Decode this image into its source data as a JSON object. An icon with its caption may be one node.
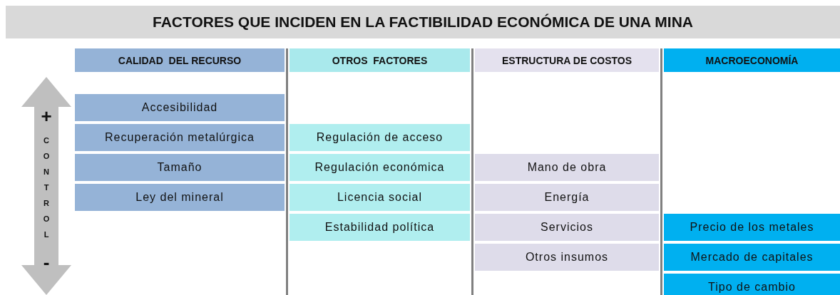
{
  "diagram": {
    "title": "FACTORES QUE INCIDEN EN LA FACTIBILIDAD ECONÓMICA DE UNA MINA",
    "nodes": [
      {
        "text": [
          "CALIDAD  DEL RECURSO"
        ]
      },
      {
        "text": [
          "OTROS  FACTORES"
        ]
      },
      {
        "text": [
          "ESTRUCTURA DE COSTOS"
        ]
      },
      {
        "text": [
          "MACROECONOMÍA"
        ]
      },
      {
        "text": [
          "Accesibilidad"
        ]
      },
      {
        "text": [
          "Recuperación metalúrgica"
        ]
      },
      {
        "text": [
          "Regulación de acceso"
        ]
      },
      {
        "text": [
          "Tamaño"
        ]
      },
      {
        "text": [
          "Regulación económica"
        ]
      },
      {
        "text": [
          "Mano de obra"
        ]
      },
      {
        "text": [
          "Ley del mineral"
        ]
      },
      {
        "text": [
          "Licencia social"
        ]
      },
      {
        "text": [
          "Energía"
        ]
      },
      {
        "text": [
          "Estabilidad política"
        ]
      },
      {
        "text": [
          "Servicios"
        ]
      },
      {
        "text": [
          "Precio de los metales"
        ]
      },
      {
        "text": [
          "Otros insumos"
        ]
      },
      {
        "text": [
          "Mercado de capitales"
        ]
      },
      {
        "text": [
          "Tipo de cambio"
        ]
      }
    ],
    "labels": [
      "+",
      "CONTROL",
      "-"
    ]
  }
}
